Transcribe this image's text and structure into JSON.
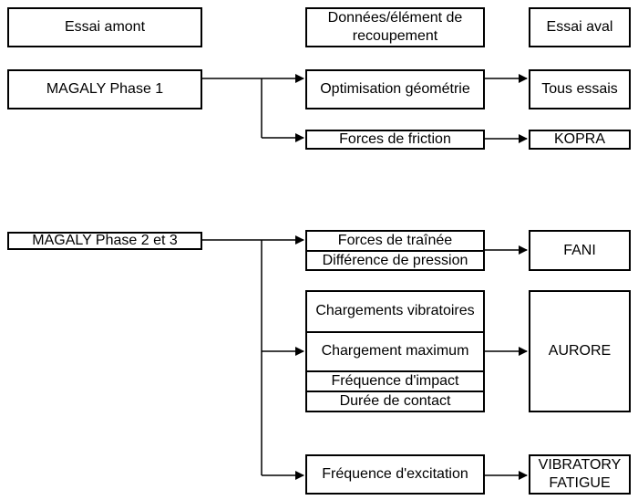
{
  "headers": {
    "upstream": "Essai amont",
    "data": "Données/élément de recoupement",
    "downstream": "Essai aval"
  },
  "group1": {
    "source": "MAGALY Phase 1",
    "optimisation": "Optimisation géométrie",
    "tous_essais": "Tous essais",
    "friction": "Forces de friction",
    "kopra": "KOPRA"
  },
  "group2": {
    "source": "MAGALY Phase 2 et 3",
    "trainee": "Forces de traînée",
    "pression": "Différence de pression",
    "fani": "FANI",
    "chargements_vibratoires": "Chargements vibratoires",
    "chargement_maximum": "Chargement maximum",
    "frequence_impact": "Fréquence d'impact",
    "duree_contact": "Durée de contact",
    "aurore": "AURORE",
    "frequence_excitation": "Fréquence d'excitation",
    "vibratory_fatigue": "VIBRATORY FATIGUE"
  }
}
